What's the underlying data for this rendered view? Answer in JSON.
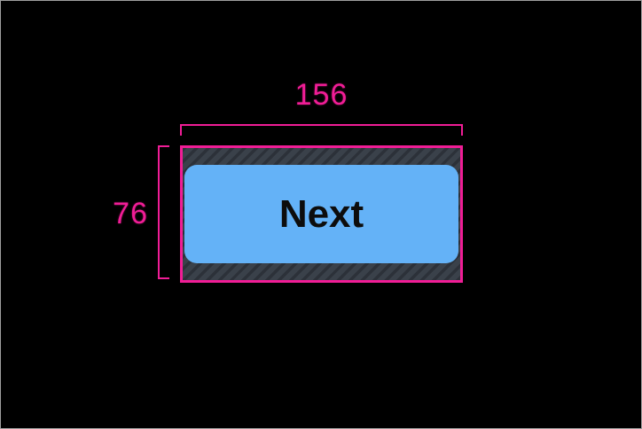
{
  "colors": {
    "accent": "#F01D96",
    "background": "#000000",
    "frame_border": "#9E9E9E",
    "padding_base": "#3A414A",
    "padding_stripe": "#2C3139",
    "button_fill": "#64B2F7",
    "button_text": "#0D0D0D"
  },
  "measurements": {
    "width_label": "156",
    "height_label": "76"
  },
  "button": {
    "label": "Next"
  }
}
